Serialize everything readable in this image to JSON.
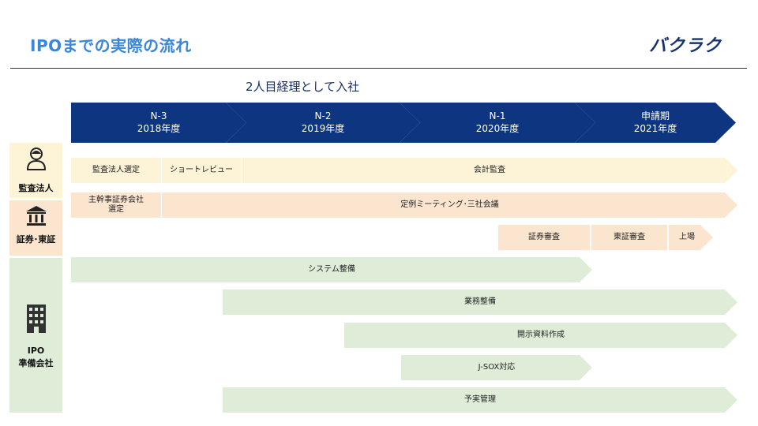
{
  "header": {
    "title": "IPOまでの実際の流れ",
    "logo": "バクラク"
  },
  "hire_note": "2人目経理として入社",
  "phases": [
    {
      "line1": "N-3",
      "line2": "2018年度"
    },
    {
      "line1": "N-2",
      "line2": "2019年度"
    },
    {
      "line1": "N-1",
      "line2": "2020年度"
    },
    {
      "line1": "申請期",
      "line2": "2021年度"
    }
  ],
  "rows": {
    "audit": {
      "label": "監査法人",
      "icon": "person-icon",
      "bars": [
        "監査法人選定",
        "ショートレビュー",
        "会計監査"
      ]
    },
    "securities": {
      "label": "証券･東証",
      "icon": "bank-icon",
      "bars": [
        "主幹事証券会社",
        "選定",
        "定例ミーティング･三社会議",
        "証券審査",
        "東証審査",
        "上場"
      ]
    },
    "ipo": {
      "label_line1": "IPO",
      "label_line2": "準備会社",
      "icon": "building-icon",
      "bars": [
        "システム整備",
        "業務整備",
        "開示資料作成",
        "J-SOX対応",
        "予実管理"
      ]
    }
  },
  "colors": {
    "title": "#3b86d6",
    "phase": "#0e357f",
    "audit": "#fdf4d8",
    "securities": "#fbe5cf",
    "ipo": "#dfedd8"
  }
}
